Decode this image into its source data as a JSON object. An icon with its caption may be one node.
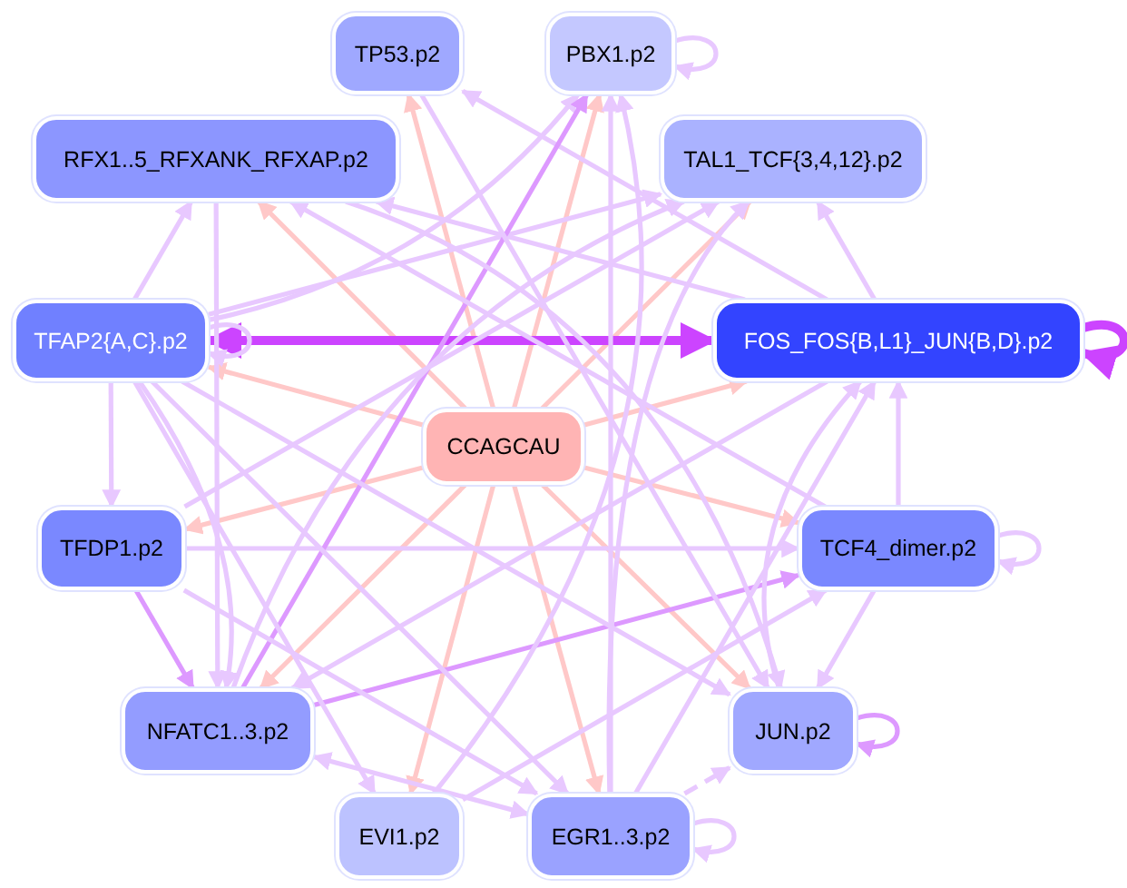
{
  "diagram": {
    "nodes": [
      {
        "text": [
          "TP53.p2"
        ]
      },
      {
        "text": [
          "PBX1.p2"
        ]
      },
      {
        "text": [
          "RFX1..5_RFXANK_RFXAP.p2"
        ]
      },
      {
        "text": [
          "TAL1_TCF{3,4,12}.p2"
        ]
      },
      {
        "text": [
          "TFAP2{A,C}.p2"
        ]
      },
      {
        "text": [
          "CCAGCAU"
        ]
      },
      {
        "text": [
          "FOS_FOS{B,L1}_JUN{B,D}.p2"
        ]
      },
      {
        "text": [
          "TFDP1.p2"
        ]
      },
      {
        "text": [
          "TCF4_dimer.p2"
        ]
      },
      {
        "text": [
          "NFATC1..3.p2"
        ]
      },
      {
        "text": [
          "JUN.p2"
        ]
      },
      {
        "text": [
          "EVI1.p2"
        ]
      },
      {
        "text": [
          "EGR1..3.p2"
        ]
      }
    ],
    "edges": [
      {
        "from": 5,
        "to": 0,
        "arrow": "to",
        "color": "#ffc8c8"
      },
      {
        "from": 5,
        "to": 1,
        "arrow": "to",
        "color": "#ffc8c8"
      },
      {
        "from": 5,
        "to": 2,
        "arrow": "to",
        "color": "#ffc8c8"
      },
      {
        "from": 5,
        "to": 3,
        "arrow": "to",
        "color": "#ffc8c8"
      },
      {
        "from": 5,
        "to": 4,
        "arrow": "to",
        "color": "#ffc8c8"
      },
      {
        "from": 5,
        "to": 6,
        "arrow": "to",
        "color": "#ffc8c8"
      },
      {
        "from": 5,
        "to": 7,
        "arrow": "to",
        "color": "#ffc8c8"
      },
      {
        "from": 5,
        "to": 8,
        "arrow": "to",
        "color": "#ffc8c8"
      },
      {
        "from": 5,
        "to": 9,
        "arrow": "to",
        "color": "#ffc8c8"
      },
      {
        "from": 5,
        "to": 10,
        "arrow": "to",
        "color": "#ffc8c8"
      },
      {
        "from": 5,
        "to": 11,
        "arrow": "to",
        "color": "#ffc8c8"
      },
      {
        "from": 5,
        "to": 12,
        "arrow": "to",
        "color": "#ffc8c8"
      },
      {
        "from": 6,
        "to": 4,
        "arrow": "both",
        "style": "thick",
        "color": "#cc44ff"
      },
      {
        "from": 6,
        "to": 6,
        "arrow": "to",
        "style": "thick",
        "color": "#cc44ff"
      },
      {
        "from": 1,
        "to": 1,
        "arrow": "to"
      },
      {
        "from": 4,
        "to": 4,
        "arrow": "to"
      },
      {
        "from": 8,
        "to": 8,
        "arrow": "to"
      },
      {
        "from": 10,
        "to": 10,
        "arrow": "to",
        "color": "#dd99ff"
      },
      {
        "from": 12,
        "to": 12,
        "arrow": "to"
      },
      {
        "from": 4,
        "to": 2,
        "arrow": "to"
      },
      {
        "from": 4,
        "to": 7,
        "arrow": "to"
      },
      {
        "from": 4,
        "to": 3,
        "arrow": "to"
      },
      {
        "from": 4,
        "to": 1,
        "arrow": "to"
      },
      {
        "from": 6,
        "to": 3,
        "arrow": "to"
      },
      {
        "from": 6,
        "to": 0,
        "arrow": "to"
      },
      {
        "from": 6,
        "to": 2,
        "arrow": "to"
      },
      {
        "from": 8,
        "to": 6,
        "arrow": "to"
      },
      {
        "from": 8,
        "to": 10,
        "arrow": "to"
      },
      {
        "from": 7,
        "to": 8,
        "arrow": "to"
      },
      {
        "from": 7,
        "to": 9,
        "arrow": "to",
        "color": "#dd99ff"
      },
      {
        "from": 9,
        "to": 8,
        "arrow": "to",
        "color": "#dd99ff"
      },
      {
        "from": 9,
        "to": 12,
        "arrow": "both"
      },
      {
        "from": 12,
        "to": 10,
        "arrow": "to",
        "style": "dashed"
      },
      {
        "from": 12,
        "to": 6,
        "arrow": "to"
      },
      {
        "from": 12,
        "to": 3,
        "arrow": "to"
      },
      {
        "from": 12,
        "to": 1,
        "arrow": "to"
      },
      {
        "from": 9,
        "to": 1,
        "arrow": "to",
        "color": "#dd99ff"
      },
      {
        "from": 9,
        "to": 3,
        "arrow": "to"
      },
      {
        "from": 11,
        "to": 8,
        "arrow": "to"
      },
      {
        "from": 11,
        "to": 1,
        "arrow": "to"
      },
      {
        "from": 4,
        "to": 11,
        "arrow": "to"
      },
      {
        "from": 4,
        "to": 12,
        "arrow": "to"
      },
      {
        "from": 4,
        "to": 10,
        "arrow": "to"
      },
      {
        "from": 2,
        "to": 9,
        "arrow": "to"
      },
      {
        "from": 2,
        "to": 10,
        "arrow": "to"
      },
      {
        "from": 0,
        "to": 10,
        "arrow": "to"
      },
      {
        "from": 10,
        "to": 6,
        "arrow": "to"
      },
      {
        "from": 8,
        "to": 2,
        "arrow": "to"
      },
      {
        "from": 7,
        "to": 3,
        "arrow": "to"
      },
      {
        "from": 4,
        "to": 9,
        "arrow": "to"
      },
      {
        "from": 7,
        "to": 12,
        "arrow": "to"
      },
      {
        "from": 6,
        "to": 9,
        "arrow": "to"
      }
    ]
  }
}
